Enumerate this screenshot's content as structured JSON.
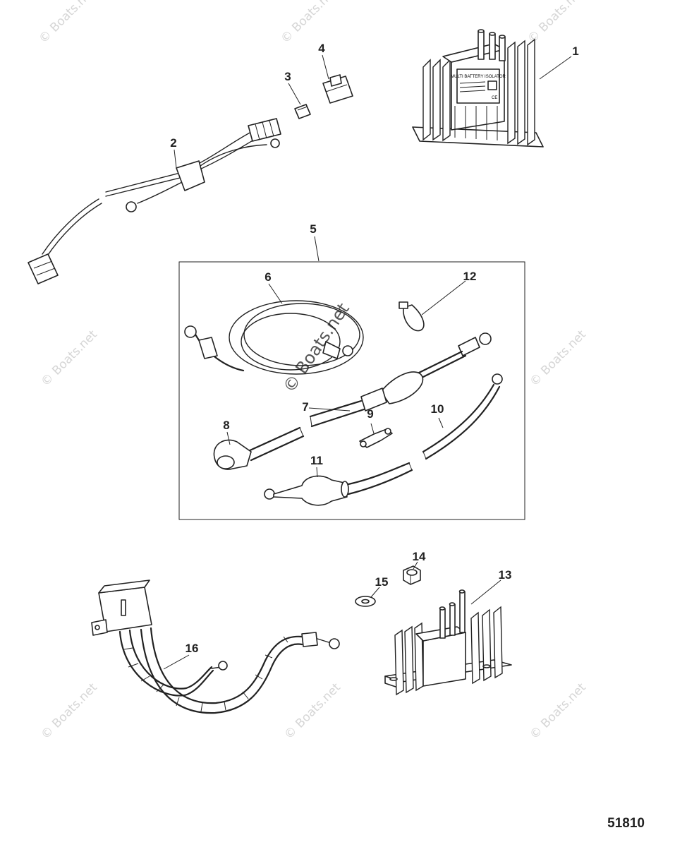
{
  "callouts": [
    {
      "id": "1",
      "text": "1"
    },
    {
      "id": "2",
      "text": "2"
    },
    {
      "id": "3",
      "text": "3"
    },
    {
      "id": "4",
      "text": "4"
    },
    {
      "id": "5",
      "text": "5"
    },
    {
      "id": "6",
      "text": "6"
    },
    {
      "id": "7",
      "text": "7"
    },
    {
      "id": "8",
      "text": "8"
    },
    {
      "id": "9",
      "text": "9"
    },
    {
      "id": "10",
      "text": "10"
    },
    {
      "id": "11",
      "text": "11"
    },
    {
      "id": "12",
      "text": "12"
    },
    {
      "id": "13",
      "text": "13"
    },
    {
      "id": "14",
      "text": "14"
    },
    {
      "id": "15",
      "text": "15"
    },
    {
      "id": "16",
      "text": "16"
    }
  ],
  "watermark": "© Boats.net",
  "figure_number": "51810",
  "isolator_label": {
    "title": "MULTI BATTERY ISOLATOR",
    "ce": "CE"
  }
}
